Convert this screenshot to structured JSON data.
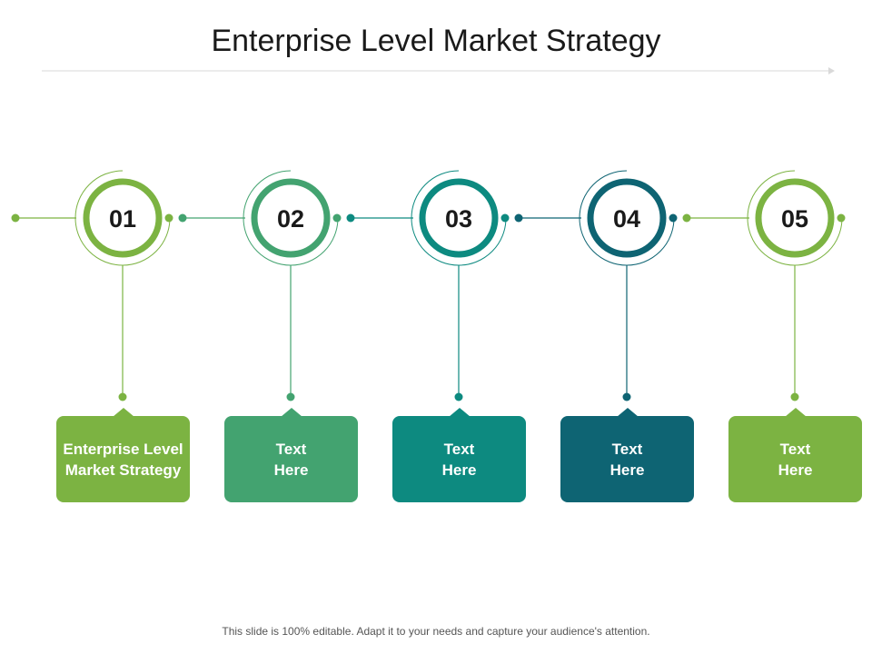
{
  "title": "Enterprise Level Market Strategy",
  "footer": "This slide is 100% editable. Adapt it to your needs and capture your audience's attention.",
  "steps": [
    {
      "number": "01",
      "line1": "Enterprise Level",
      "line2": "Market Strategy",
      "color": "#7cb342"
    },
    {
      "number": "02",
      "line1": "Text",
      "line2": "Here",
      "color": "#43a370"
    },
    {
      "number": "03",
      "line1": "Text",
      "line2": "Here",
      "color": "#0d8a80"
    },
    {
      "number": "04",
      "line1": "Text",
      "line2": "Here",
      "color": "#0e6473"
    },
    {
      "number": "05",
      "line1": "Text",
      "line2": "Here",
      "color": "#7cb342"
    }
  ]
}
